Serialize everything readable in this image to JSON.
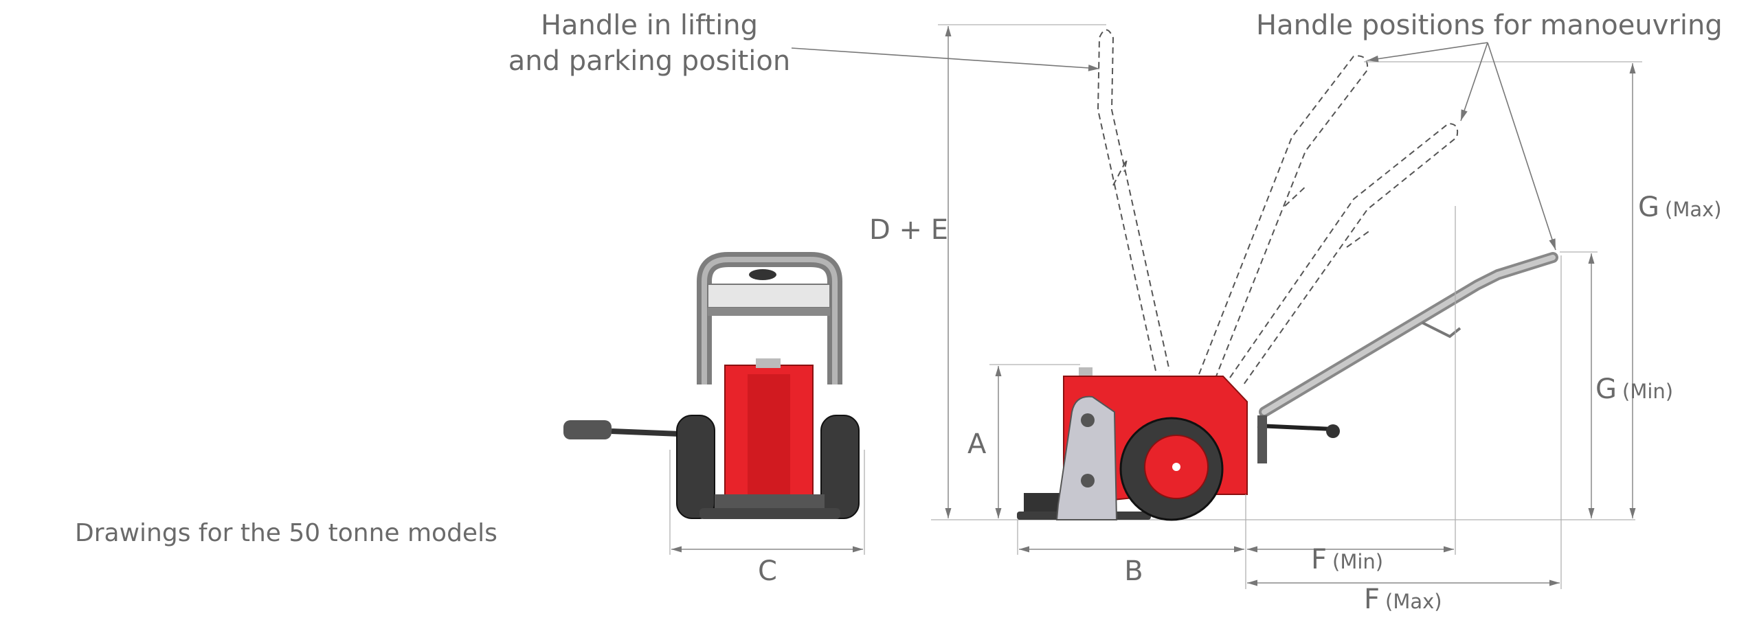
{
  "title_note": "Drawings for the 50 tonne models",
  "callouts": {
    "parking_line1": "Handle in lifting",
    "parking_line2": "and parking position",
    "manoeuvring": "Handle positions for manoeuvring"
  },
  "dimensions": {
    "a": "A",
    "b": "B",
    "c": "C",
    "de": "D + E",
    "f_letter": "F",
    "f_min": "(Min)",
    "f_max": "(Max)",
    "g_letter": "G",
    "g_min": "(Min)",
    "g_max": "(Max)"
  },
  "colors": {
    "body_red": "#e8232a",
    "frame_grey": "#8c8c8c",
    "text_grey": "#6a6a6a"
  }
}
